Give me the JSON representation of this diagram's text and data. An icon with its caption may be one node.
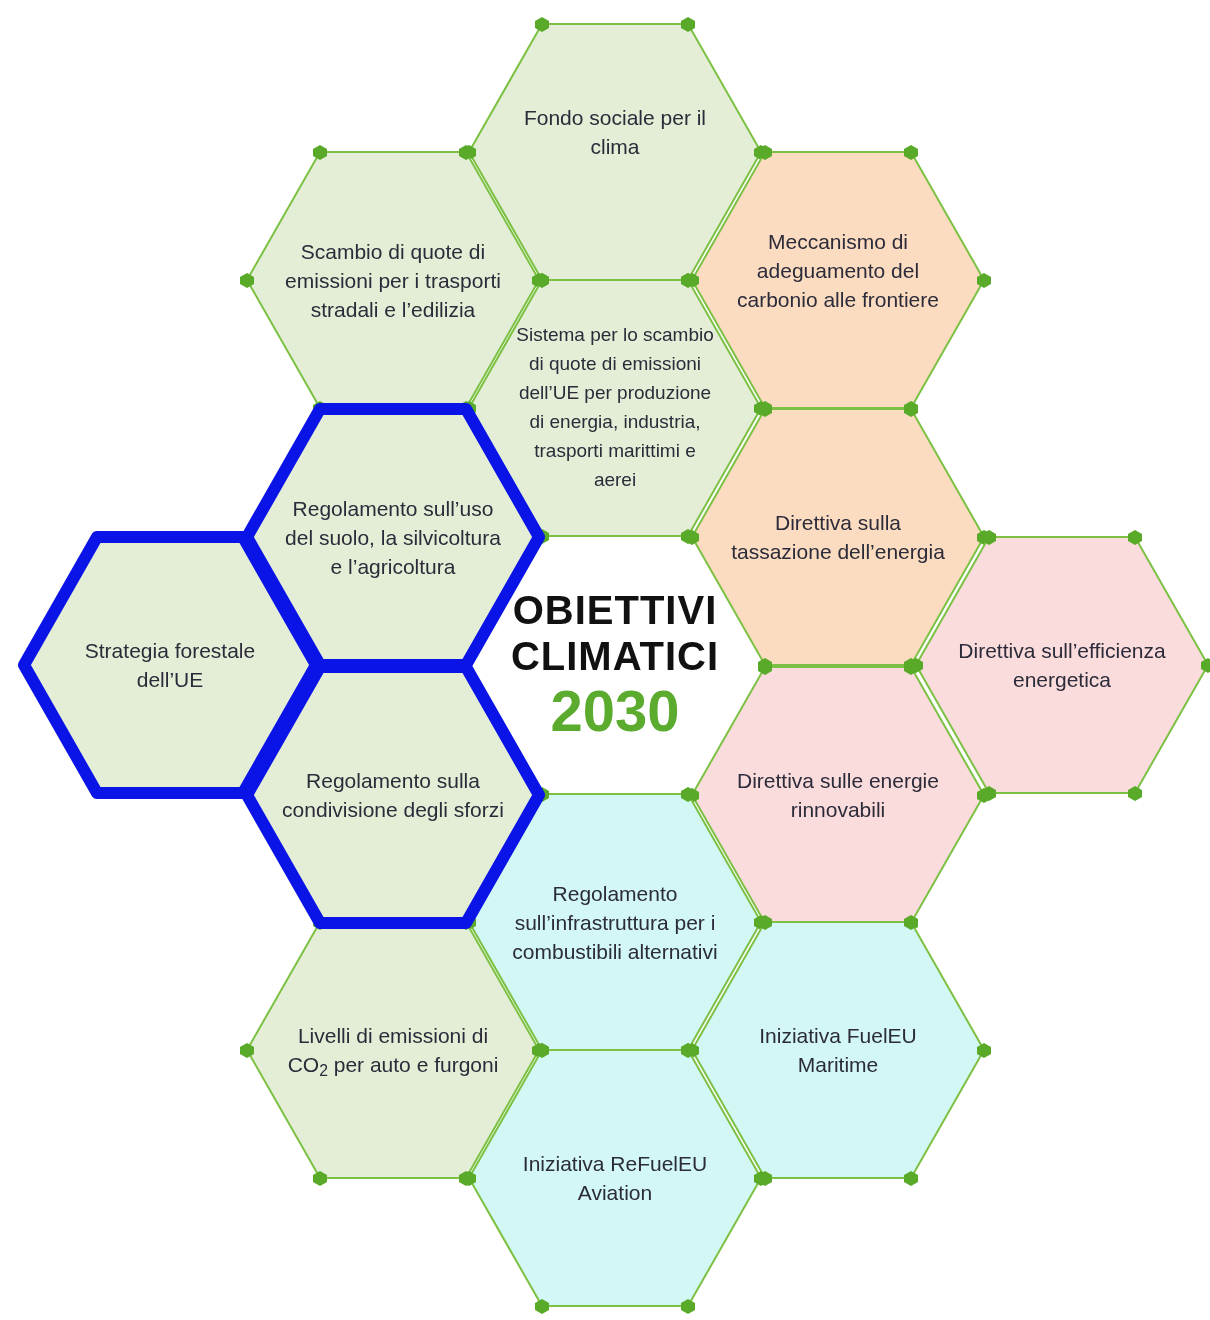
{
  "diagram": {
    "nodes": [
      {
        "text": [
          "Fondo sociale per il clima"
        ]
      },
      {
        "text": [
          "Scambio di quote di emissioni per i trasporti stradali e l’edilizia"
        ]
      },
      {
        "text": [
          "Meccanismo di adeguamento del carbonio alle frontiere"
        ]
      },
      {
        "text": [
          "Sistema per lo scambio di quote di emissioni dell’UE per produzione di energia, industria, trasporti marittimi e aerei"
        ]
      },
      {
        "text": [
          "Regolamento sull’uso del suolo, la silvicoltura e l’agricoltura"
        ]
      },
      {
        "text": [
          "Direttiva sulla tassazione dell’energia"
        ]
      },
      {
        "text": [
          "Strategia forestale dell’UE"
        ]
      },
      {
        "text": [
          "OBIETTIVI CLIMATICI",
          "2030"
        ]
      },
      {
        "text": [
          "Direttiva sull’efficienza energetica"
        ]
      },
      {
        "text": [
          "Regolamento sulla condivisione degli sforzi"
        ]
      },
      {
        "text": [
          "Direttiva sulle energie rinnovabili"
        ]
      },
      {
        "text": [
          "Regolamento sull’infrastruttura per i combustibili alternativi"
        ]
      },
      {
        "text": [
          "Livelli di emissioni di CO$_{2}$ per auto e furgoni"
        ]
      },
      {
        "text": [
          "Iniziativa FuelEU Maritime"
        ]
      },
      {
        "text": [
          "Iniziativa ReFuelEU Aviation"
        ]
      }
    ]
  }
}
